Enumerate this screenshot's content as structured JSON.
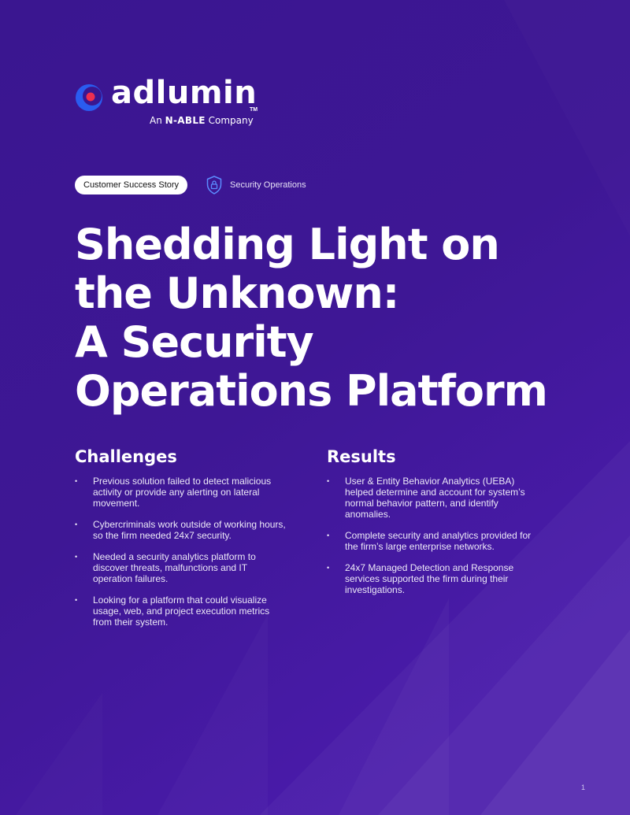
{
  "brand": {
    "wordmark": "adlumin",
    "trademark": "TM",
    "subtitle_prefix": "An",
    "subtitle_brand": "N-ABLE",
    "subtitle_suffix": "Company",
    "colors": {
      "mark_outer": "#2a5cf0",
      "mark_inner": "#ee2f4f"
    }
  },
  "tags": {
    "pill": "Customer Success Story",
    "category_icon": "shield-lock-icon",
    "category": "Security Operations"
  },
  "title_lines": [
    "Shedding Light on",
    "the Unknown:",
    "A Security",
    "Operations Platform"
  ],
  "challenges": {
    "heading": "Challenges",
    "items": [
      "Previous solution failed to detect malicious activity or provide any alerting on lateral movement.",
      "Cybercriminals work outside of working hours, so the firm needed 24x7 security.",
      "Needed a security analytics platform to discover threats, malfunctions and IT operation failures.",
      "Looking for a platform that could visualize usage, web, and project execution metrics from their system."
    ]
  },
  "results": {
    "heading": "Results",
    "items": [
      "User & Entity Behavior Analytics (UEBA) helped determine and account for system’s normal behavior pattern, and identify anomalies.",
      "Complete security and analytics provided for the firm’s large enterprise networks.",
      "24x7 Managed Detection and Response services supported the firm during their investigations."
    ]
  },
  "page_number": "1",
  "colors": {
    "background": "#3a1690",
    "background_light": "#5a1fc0",
    "text": "#ffffff"
  }
}
